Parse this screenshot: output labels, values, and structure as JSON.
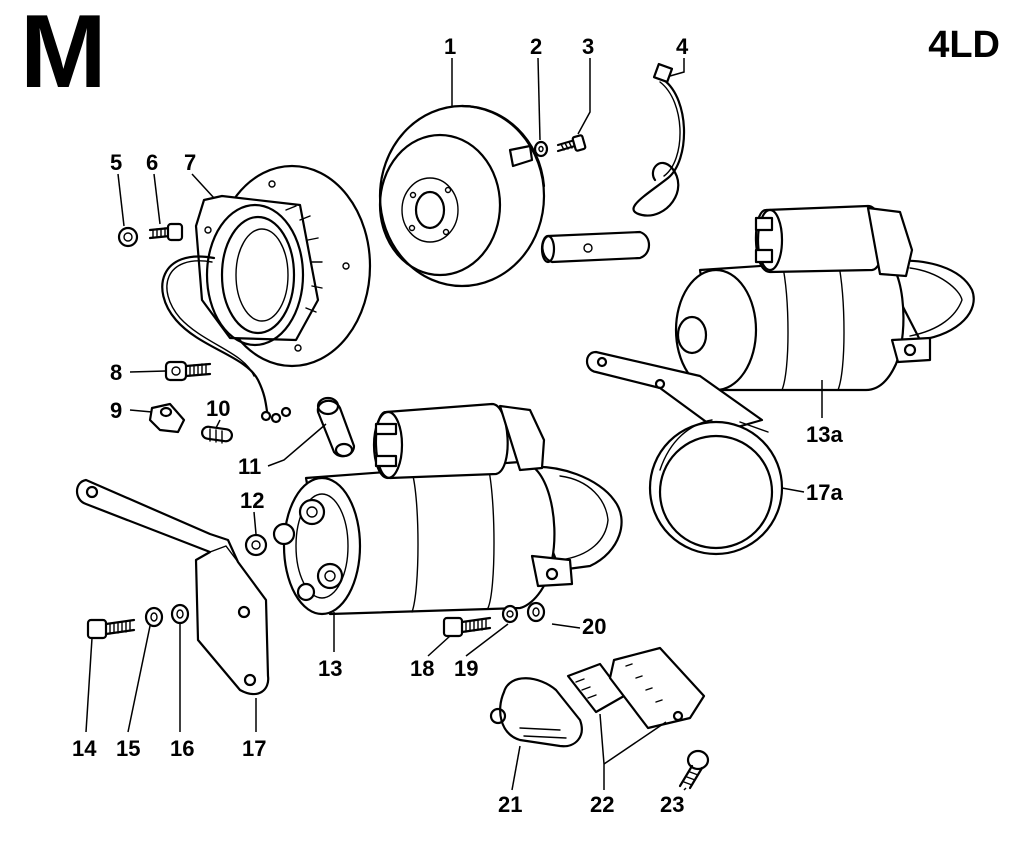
{
  "header": {
    "section_letter": "M",
    "model_code": "4LD"
  },
  "callouts": [
    {
      "id": "1",
      "text": "1"
    },
    {
      "id": "2",
      "text": "2"
    },
    {
      "id": "3",
      "text": "3"
    },
    {
      "id": "4",
      "text": "4"
    },
    {
      "id": "5",
      "text": "5"
    },
    {
      "id": "6",
      "text": "6"
    },
    {
      "id": "7",
      "text": "7"
    },
    {
      "id": "8",
      "text": "8"
    },
    {
      "id": "9",
      "text": "9"
    },
    {
      "id": "10",
      "text": "10"
    },
    {
      "id": "11",
      "text": "11"
    },
    {
      "id": "12",
      "text": "12"
    },
    {
      "id": "13",
      "text": "13"
    },
    {
      "id": "13a",
      "text": "13a"
    },
    {
      "id": "14",
      "text": "14"
    },
    {
      "id": "15",
      "text": "15"
    },
    {
      "id": "16",
      "text": "16"
    },
    {
      "id": "17",
      "text": "17"
    },
    {
      "id": "17a",
      "text": "17a"
    },
    {
      "id": "18",
      "text": "18"
    },
    {
      "id": "19",
      "text": "19"
    },
    {
      "id": "20",
      "text": "20"
    },
    {
      "id": "21",
      "text": "21"
    },
    {
      "id": "22",
      "text": "22"
    },
    {
      "id": "23",
      "text": "23"
    }
  ]
}
